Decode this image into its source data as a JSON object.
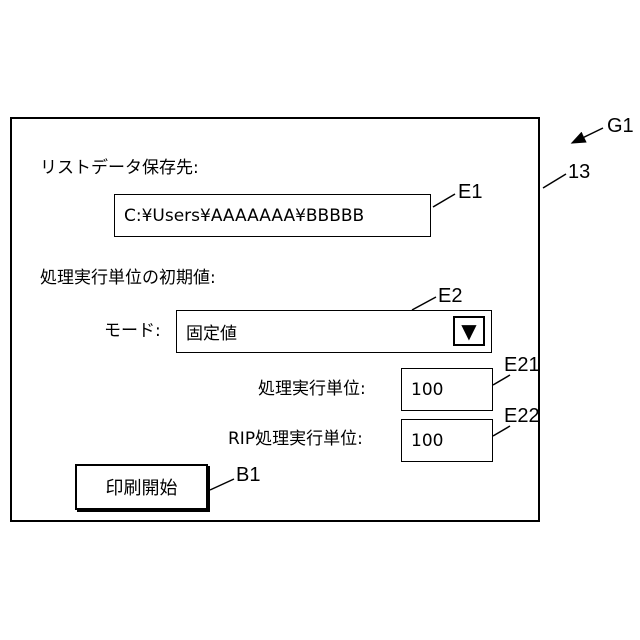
{
  "figure_refs": {
    "g1": "G1",
    "window": "13",
    "e1": "E1",
    "e2": "E2",
    "e21": "E21",
    "e22": "E22",
    "b1": "B1"
  },
  "dialog": {
    "list_data_dest_label": "リストデータ保存先:",
    "list_data_dest_value": "C:¥Users¥AAAAAAA¥BBBBB",
    "initial_unit_heading": "処理実行単位の初期値:",
    "mode_label": "モード:",
    "mode_value": "固定値",
    "mode_dropdown_glyph": "▼",
    "proc_unit_label": "処理実行単位:",
    "proc_unit_value": "100",
    "rip_unit_label": "RIP処理実行単位:",
    "rip_unit_value": "100",
    "print_button": "印刷開始"
  }
}
